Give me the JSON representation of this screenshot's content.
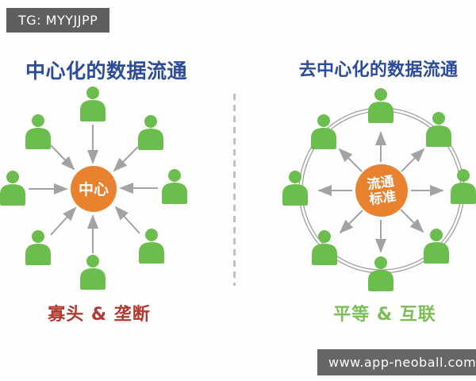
{
  "watermarks": {
    "top": "TG: MYYJJPP",
    "bottom": "www.app-neoball.com"
  },
  "left_panel": {
    "title": "中心化的数据流通",
    "center_label": "中心",
    "caption": "寡头 & 垄断"
  },
  "right_panel": {
    "title": "去中心化的数据流通",
    "center_label_line1": "流通",
    "center_label_line2": "标准",
    "caption": "平等 & 互联"
  },
  "colors": {
    "hub_orange": "#e8822e",
    "person_green": "#6bbe4d",
    "title_blue": "#2b4b9c",
    "caption_red": "#b03a32",
    "caption_green": "#7cbe55",
    "arrow_gray": "#a3a3a3",
    "ring_gray": "#9e9e9e",
    "badge_gray": "#5f5f5f"
  }
}
